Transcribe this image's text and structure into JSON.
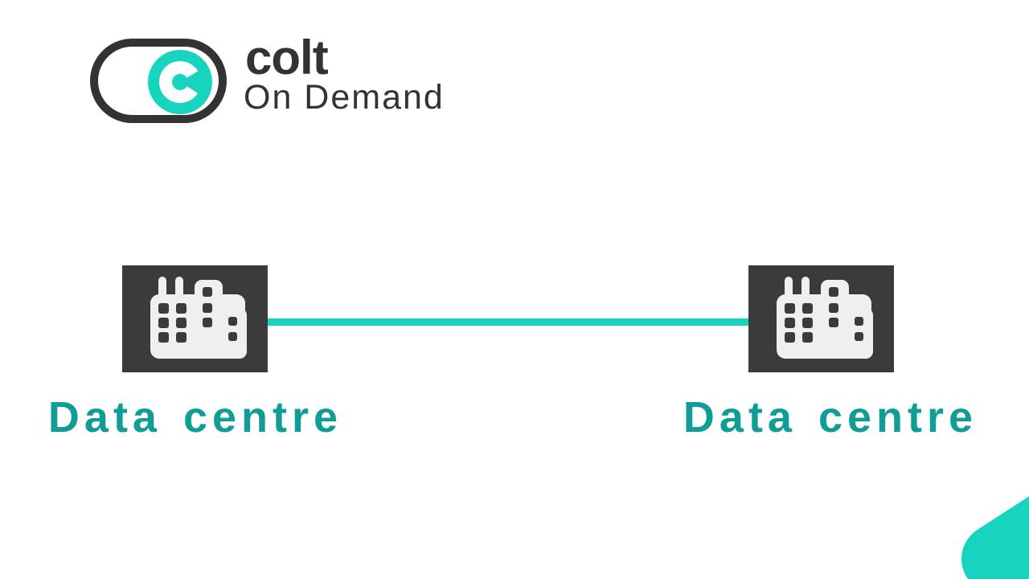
{
  "logo": {
    "brand": "colt",
    "product": "On Demand",
    "icon": "colt-c-icon"
  },
  "diagram": {
    "nodes": [
      {
        "label": "Data centre",
        "icon": "building-icon",
        "position": "left"
      },
      {
        "label": "Data centre",
        "icon": "building-icon",
        "position": "right"
      }
    ],
    "connection": {
      "type": "solid-line",
      "from": "left",
      "to": "right"
    }
  },
  "colors": {
    "background": "#FFFFFF",
    "brand_teal": "#17D4BE",
    "node_dark": "#3B3B3B",
    "building_light": "#F0EFEE",
    "label_teal": "#0F9D95",
    "logo_dark": "#333333"
  }
}
